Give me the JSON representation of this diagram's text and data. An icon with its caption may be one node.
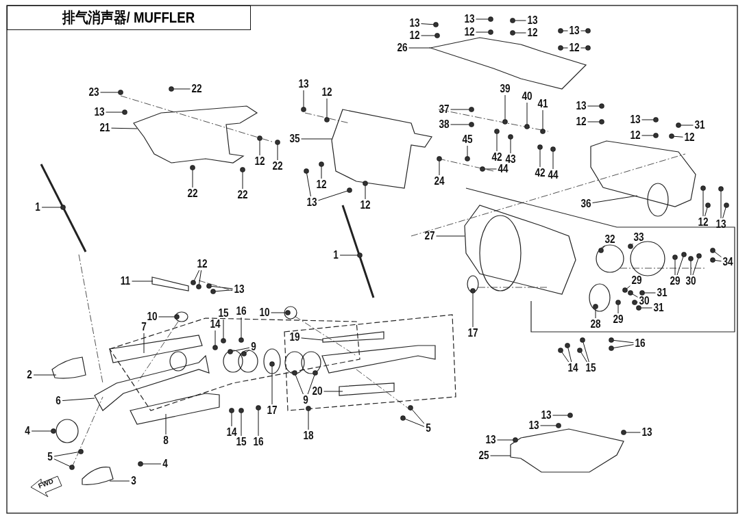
{
  "diagram": {
    "title": "排气消声器/ MUFFLER",
    "nodes": [
      {
        "text": [
          "23"
        ]
      },
      {
        "text": [
          "22"
        ]
      },
      {
        "text": [
          "13"
        ]
      },
      {
        "text": [
          "21"
        ]
      },
      {
        "text": [
          "12"
        ]
      },
      {
        "text": [
          "22"
        ]
      },
      {
        "text": [
          "22"
        ]
      },
      {
        "text": [
          "22"
        ]
      },
      {
        "text": [
          "1"
        ]
      },
      {
        "text": [
          "13"
        ]
      },
      {
        "text": [
          "12"
        ]
      },
      {
        "text": [
          "35"
        ]
      },
      {
        "text": [
          "13"
        ]
      },
      {
        "text": [
          "12"
        ]
      },
      {
        "text": [
          "12"
        ]
      },
      {
        "text": [
          "1"
        ]
      },
      {
        "text": [
          "13"
        ]
      },
      {
        "text": [
          "12"
        ]
      },
      {
        "text": [
          "26"
        ]
      },
      {
        "text": [
          "13"
        ]
      },
      {
        "text": [
          "12"
        ]
      },
      {
        "text": [
          "13"
        ]
      },
      {
        "text": [
          "12"
        ]
      },
      {
        "text": [
          "13"
        ]
      },
      {
        "text": [
          "12"
        ]
      },
      {
        "text": [
          "39"
        ]
      },
      {
        "text": [
          "40"
        ]
      },
      {
        "text": [
          "41"
        ]
      },
      {
        "text": [
          "37"
        ]
      },
      {
        "text": [
          "38"
        ]
      },
      {
        "text": [
          "45"
        ]
      },
      {
        "text": [
          "42"
        ]
      },
      {
        "text": [
          "43"
        ]
      },
      {
        "text": [
          "42"
        ]
      },
      {
        "text": [
          "44"
        ]
      },
      {
        "text": [
          "24"
        ]
      },
      {
        "text": [
          "44"
        ]
      },
      {
        "text": [
          "13"
        ]
      },
      {
        "text": [
          "12"
        ]
      },
      {
        "text": [
          "13"
        ]
      },
      {
        "text": [
          "12"
        ]
      },
      {
        "text": [
          "31"
        ]
      },
      {
        "text": [
          "12"
        ]
      },
      {
        "text": [
          "36"
        ]
      },
      {
        "text": [
          "12"
        ]
      },
      {
        "text": [
          "13"
        ]
      },
      {
        "text": [
          "27"
        ]
      },
      {
        "text": [
          "32"
        ]
      },
      {
        "text": [
          "33"
        ]
      },
      {
        "text": [
          "34"
        ]
      },
      {
        "text": [
          "29"
        ]
      },
      {
        "text": [
          "30"
        ]
      },
      {
        "text": [
          "29"
        ]
      },
      {
        "text": [
          "30"
        ]
      },
      {
        "text": [
          "31"
        ]
      },
      {
        "text": [
          "31"
        ]
      },
      {
        "text": [
          "29"
        ]
      },
      {
        "text": [
          "28"
        ]
      },
      {
        "text": [
          "17"
        ]
      },
      {
        "text": [
          "16"
        ]
      },
      {
        "text": [
          "14"
        ]
      },
      {
        "text": [
          "15"
        ]
      },
      {
        "text": [
          "13"
        ]
      },
      {
        "text": [
          "13"
        ]
      },
      {
        "text": [
          "13"
        ]
      },
      {
        "text": [
          "13"
        ]
      },
      {
        "text": [
          "25"
        ]
      },
      {
        "text": [
          "5"
        ]
      },
      {
        "text": [
          "12"
        ]
      },
      {
        "text": [
          "11"
        ]
      },
      {
        "text": [
          "13"
        ]
      },
      {
        "text": [
          "10"
        ]
      },
      {
        "text": [
          "7"
        ]
      },
      {
        "text": [
          "14"
        ]
      },
      {
        "text": [
          "15"
        ]
      },
      {
        "text": [
          "16"
        ]
      },
      {
        "text": [
          "9"
        ]
      },
      {
        "text": [
          "2"
        ]
      },
      {
        "text": [
          "6"
        ]
      },
      {
        "text": [
          "4"
        ]
      },
      {
        "text": [
          "8"
        ]
      },
      {
        "text": [
          "14"
        ]
      },
      {
        "text": [
          "15"
        ]
      },
      {
        "text": [
          "16"
        ]
      },
      {
        "text": [
          "17"
        ]
      },
      {
        "text": [
          "10"
        ]
      },
      {
        "text": [
          "19"
        ]
      },
      {
        "text": [
          "9"
        ]
      },
      {
        "text": [
          "20"
        ]
      },
      {
        "text": [
          "18"
        ]
      },
      {
        "text": [
          "5"
        ]
      },
      {
        "text": [
          "4"
        ]
      },
      {
        "text": [
          "3"
        ]
      },
      {
        "text": [],
        "shape": "circle"
      },
      {
        "text": [],
        "shape": "circle"
      },
      {
        "text": [],
        "shape": "circle"
      },
      {
        "text": [],
        "shape": "picture"
      },
      {
        "text": [],
        "shape": "circle"
      },
      {
        "text": [],
        "shape": "circle"
      },
      {
        "text": [],
        "shape": "circle"
      },
      {
        "text": [],
        "shape": "circle"
      },
      {
        "text": [],
        "shape": "circle"
      },
      {
        "text": [],
        "shape": "circle"
      },
      {
        "text": [],
        "shape": "circle"
      },
      {
        "text": [],
        "shape": "picture"
      },
      {
        "text": [],
        "shape": "circle"
      },
      {
        "text": [],
        "shape": "circle"
      },
      {
        "text": [],
        "shape": "circle"
      },
      {
        "text": [],
        "shape": "circle"
      },
      {
        "text": [],
        "shape": "circle"
      },
      {
        "text": [],
        "shape": "circle"
      },
      {
        "text": [],
        "shape": "circle"
      },
      {
        "text": [],
        "shape": "picture"
      },
      {
        "text": [],
        "shape": "circle"
      },
      {
        "text": [],
        "shape": "circle"
      },
      {
        "text": [],
        "shape": "circle"
      },
      {
        "text": [],
        "shape": "circle"
      },
      {
        "text": [],
        "shape": "circle"
      },
      {
        "text": [],
        "shape": "circle"
      },
      {
        "text": [],
        "shape": "circle"
      },
      {
        "text": [],
        "shape": "circle"
      },
      {
        "text": [],
        "shape": "circle"
      },
      {
        "text": [],
        "shape": "circle"
      },
      {
        "text": [],
        "shape": "circle"
      },
      {
        "text": [],
        "shape": "circle"
      },
      {
        "text": [],
        "shape": "circle"
      },
      {
        "text": [],
        "shape": "circle"
      },
      {
        "text": [],
        "shape": "circle"
      },
      {
        "text": [],
        "shape": "circle"
      },
      {
        "text": [],
        "shape": "circle"
      },
      {
        "text": [],
        "shape": "circle"
      },
      {
        "text": [],
        "shape": "circle"
      },
      {
        "text": [],
        "shape": "circle"
      },
      {
        "text": [],
        "shape": "circle"
      },
      {
        "text": [],
        "shape": "circle"
      },
      {
        "text": [],
        "shape": "circle"
      },
      {
        "text": [],
        "shape": "circle"
      },
      {
        "text": [],
        "shape": "circle"
      },
      {
        "text": [],
        "shape": "circle"
      },
      {
        "text": [],
        "shape": "picture"
      },
      {
        "text": [],
        "shape": "circle"
      },
      {
        "text": [],
        "shape": "circle"
      },
      {
        "text": [],
        "shape": "circle"
      },
      {
        "text": [],
        "shape": "circle"
      },
      {
        "text": [],
        "shape": "picture"
      },
      {
        "text": [],
        "shape": "circle"
      },
      {
        "text": [],
        "shape": "circle"
      },
      {
        "text": [],
        "shape": "circle"
      },
      {
        "text": [],
        "shape": "circle"
      },
      {
        "text": [],
        "shape": "circle"
      },
      {
        "text": [],
        "shape": "circle"
      },
      {
        "text": [],
        "shape": "circle"
      },
      {
        "text": [],
        "shape": "circle"
      },
      {
        "text": [],
        "shape": "circle"
      },
      {
        "text": [],
        "shape": "circle"
      },
      {
        "text": [],
        "shape": "circle"
      },
      {
        "text": [],
        "shape": "circle"
      },
      {
        "text": [],
        "shape": "circle"
      },
      {
        "text": [],
        "shape": "circle"
      },
      {
        "text": [],
        "shape": "circle"
      },
      {
        "text": [],
        "shape": "circle"
      },
      {
        "text": [],
        "shape": "circle"
      },
      {
        "text": [],
        "shape": "circle"
      },
      {
        "text": [],
        "shape": "circle"
      },
      {
        "text": [],
        "shape": "circle"
      },
      {
        "text": [],
        "shape": "circle"
      },
      {
        "text": [],
        "shape": "circle"
      },
      {
        "text": [],
        "shape": "circle"
      },
      {
        "text": [],
        "shape": "circle"
      },
      {
        "text": [],
        "shape": "circle"
      },
      {
        "text": [],
        "shape": "circle"
      },
      {
        "text": [],
        "shape": "picture"
      },
      {
        "text": [],
        "shape": "circle"
      },
      {
        "text": [],
        "shape": "circle"
      },
      {
        "text": [],
        "shape": "circle"
      },
      {
        "text": [],
        "shape": "circle"
      },
      {
        "text": [],
        "shape": "bar"
      },
      {
        "text": [],
        "shape": "circle"
      },
      {
        "text": [],
        "shape": "circle"
      },
      {
        "text": [],
        "shape": "circle"
      },
      {
        "text": [],
        "shape": "bar"
      },
      {
        "text": [],
        "shape": "circle"
      },
      {
        "text": [],
        "shape": "circle"
      },
      {
        "text": [],
        "shape": "circle"
      },
      {
        "text": [],
        "shape": "circle"
      },
      {
        "text": [],
        "shape": "circle"
      },
      {
        "text": [],
        "shape": "picture"
      },
      {
        "text": [],
        "shape": "picture"
      },
      {
        "text": [],
        "shape": "circle"
      },
      {
        "text": [],
        "shape": "picture"
      },
      {
        "text": [],
        "shape": "circle"
      },
      {
        "text": [],
        "shape": "circle"
      },
      {
        "text": [],
        "shape": "circle"
      },
      {
        "text": [],
        "shape": "circle"
      },
      {
        "text": [],
        "shape": "circle"
      },
      {
        "text": [],
        "shape": "bar"
      },
      {
        "text": [],
        "shape": "circle"
      },
      {
        "text": [],
        "shape": "circle"
      },
      {
        "text": [],
        "shape": "bar"
      },
      {
        "text": [],
        "shape": "circle"
      },
      {
        "text": [],
        "shape": "circle"
      },
      {
        "text": [],
        "shape": "circle"
      },
      {
        "text": [],
        "shape": "circle"
      },
      {
        "text": [],
        "shape": "picture"
      }
    ],
    "edges": [
      {
        "from": 0,
        "to": 93,
        "arrow": "none"
      },
      {
        "from": 1,
        "to": 94,
        "arrow": "none"
      },
      {
        "from": 2,
        "to": 95,
        "arrow": "none"
      },
      {
        "from": 3,
        "to": 96,
        "arrow": "none"
      },
      {
        "from": 4,
        "to": 97,
        "arrow": "none"
      },
      {
        "from": 5,
        "to": 98,
        "arrow": "none"
      },
      {
        "from": 6,
        "to": 99,
        "arrow": "none"
      },
      {
        "from": 7,
        "to": 100,
        "arrow": "none"
      },
      {
        "from": 8,
        "to": 101,
        "arrow": "none"
      },
      {
        "from": 9,
        "to": 102,
        "arrow": "none"
      },
      {
        "from": 10,
        "to": 103,
        "arrow": "none"
      },
      {
        "from": 11,
        "to": 104,
        "arrow": "none"
      },
      {
        "from": 12,
        "to": 105,
        "arrow": "none"
      },
      {
        "from": 12,
        "to": 106,
        "arrow": "none"
      },
      {
        "from": 13,
        "to": 107,
        "arrow": "none"
      },
      {
        "from": 14,
        "to": 108,
        "arrow": "none"
      },
      {
        "from": 15,
        "to": 109,
        "arrow": "none"
      },
      {
        "from": 16,
        "to": 110,
        "arrow": "none"
      },
      {
        "from": 17,
        "to": 111,
        "arrow": "none"
      },
      {
        "from": 18,
        "to": 112,
        "arrow": "none"
      },
      {
        "from": 19,
        "to": 113,
        "arrow": "none"
      },
      {
        "from": 20,
        "to": 114,
        "arrow": "none"
      },
      {
        "from": 21,
        "to": 115,
        "arrow": "none"
      },
      {
        "from": 22,
        "to": 116,
        "arrow": "none"
      },
      {
        "from": 23,
        "to": 117,
        "arrow": "none"
      },
      {
        "from": 23,
        "to": 118,
        "arrow": "none"
      },
      {
        "from": 24,
        "to": 119,
        "arrow": "none"
      },
      {
        "from": 24,
        "to": 120,
        "arrow": "none"
      },
      {
        "from": 25,
        "to": 121,
        "arrow": "none"
      },
      {
        "from": 26,
        "to": 122,
        "arrow": "none"
      },
      {
        "from": 27,
        "to": 123,
        "arrow": "none"
      },
      {
        "from": 28,
        "to": 124,
        "arrow": "none"
      },
      {
        "from": 29,
        "to": 125,
        "arrow": "none"
      },
      {
        "from": 30,
        "to": 126,
        "arrow": "none"
      },
      {
        "from": 31,
        "to": 127,
        "arrow": "none"
      },
      {
        "from": 32,
        "to": 128,
        "arrow": "none"
      },
      {
        "from": 33,
        "to": 129,
        "arrow": "none"
      },
      {
        "from": 34,
        "to": 130,
        "arrow": "none"
      },
      {
        "from": 35,
        "to": 131,
        "arrow": "none"
      },
      {
        "from": 36,
        "to": 132,
        "arrow": "none"
      },
      {
        "from": 37,
        "to": 133,
        "arrow": "none"
      },
      {
        "from": 38,
        "to": 134,
        "arrow": "none"
      },
      {
        "from": 39,
        "to": 135,
        "arrow": "none"
      },
      {
        "from": 40,
        "to": 136,
        "arrow": "none"
      },
      {
        "from": 41,
        "to": 137,
        "arrow": "none"
      },
      {
        "from": 42,
        "to": 138,
        "arrow": "none"
      },
      {
        "from": 43,
        "to": 139,
        "arrow": "none"
      },
      {
        "from": 44,
        "to": 140,
        "arrow": "none"
      },
      {
        "from": 44,
        "to": 141,
        "arrow": "none"
      },
      {
        "from": 45,
        "to": 142,
        "arrow": "none"
      },
      {
        "from": 45,
        "to": 143,
        "arrow": "none"
      },
      {
        "from": 46,
        "to": 144,
        "arrow": "none"
      },
      {
        "from": 47,
        "to": 145,
        "arrow": "none"
      },
      {
        "from": 48,
        "to": 146,
        "arrow": "none"
      },
      {
        "from": 49,
        "to": 147,
        "arrow": "none"
      },
      {
        "from": 49,
        "to": 148,
        "arrow": "none"
      },
      {
        "from": 50,
        "to": 149,
        "arrow": "none"
      },
      {
        "from": 50,
        "to": 150,
        "arrow": "none"
      },
      {
        "from": 51,
        "to": 151,
        "arrow": "none"
      },
      {
        "from": 51,
        "to": 152,
        "arrow": "none"
      },
      {
        "from": 52,
        "to": 153,
        "arrow": "none"
      },
      {
        "from": 53,
        "to": 154,
        "arrow": "none"
      },
      {
        "from": 53,
        "to": 155,
        "arrow": "none"
      },
      {
        "from": 54,
        "to": 156,
        "arrow": "none"
      },
      {
        "from": 55,
        "to": 157,
        "arrow": "none"
      },
      {
        "from": 56,
        "to": 158,
        "arrow": "none"
      },
      {
        "from": 57,
        "to": 159,
        "arrow": "none"
      },
      {
        "from": 58,
        "to": 160,
        "arrow": "none"
      },
      {
        "from": 59,
        "to": 161,
        "arrow": "none"
      },
      {
        "from": 59,
        "to": 162,
        "arrow": "none"
      },
      {
        "from": 60,
        "to": 163,
        "arrow": "none"
      },
      {
        "from": 60,
        "to": 164,
        "arrow": "none"
      },
      {
        "from": 61,
        "to": 165,
        "arrow": "none"
      },
      {
        "from": 61,
        "to": 166,
        "arrow": "none"
      },
      {
        "from": 62,
        "to": 167,
        "arrow": "none"
      },
      {
        "from": 63,
        "to": 168,
        "arrow": "none"
      },
      {
        "from": 64,
        "to": 169,
        "arrow": "none"
      },
      {
        "from": 65,
        "to": 170,
        "arrow": "none"
      },
      {
        "from": 66,
        "to": 171,
        "arrow": "none"
      },
      {
        "from": 67,
        "to": 172,
        "arrow": "none"
      },
      {
        "from": 67,
        "to": 173,
        "arrow": "none"
      },
      {
        "from": 68,
        "to": 174,
        "arrow": "none"
      },
      {
        "from": 68,
        "to": 175,
        "arrow": "none"
      },
      {
        "from": 69,
        "to": 176,
        "arrow": "none"
      },
      {
        "from": 70,
        "to": 177,
        "arrow": "none"
      },
      {
        "from": 70,
        "to": 178,
        "arrow": "none"
      },
      {
        "from": 71,
        "to": 179,
        "arrow": "none"
      },
      {
        "from": 72,
        "to": 180,
        "arrow": "none"
      },
      {
        "from": 73,
        "to": 181,
        "arrow": "none"
      },
      {
        "from": 74,
        "to": 182,
        "arrow": "none"
      },
      {
        "from": 75,
        "to": 183,
        "arrow": "none"
      },
      {
        "from": 76,
        "to": 184,
        "arrow": "none"
      },
      {
        "from": 76,
        "to": 185,
        "arrow": "none"
      },
      {
        "from": 77,
        "to": 186,
        "arrow": "none"
      },
      {
        "from": 78,
        "to": 187,
        "arrow": "none"
      },
      {
        "from": 79,
        "to": 188,
        "arrow": "none"
      },
      {
        "from": 80,
        "to": 189,
        "arrow": "none"
      },
      {
        "from": 81,
        "to": 190,
        "arrow": "none"
      },
      {
        "from": 82,
        "to": 191,
        "arrow": "none"
      },
      {
        "from": 83,
        "to": 192,
        "arrow": "none"
      },
      {
        "from": 84,
        "to": 193,
        "arrow": "none"
      },
      {
        "from": 85,
        "to": 194,
        "arrow": "none"
      },
      {
        "from": 86,
        "to": 195,
        "arrow": "none"
      },
      {
        "from": 87,
        "to": 196,
        "arrow": "none"
      },
      {
        "from": 87,
        "to": 197,
        "arrow": "none"
      },
      {
        "from": 88,
        "to": 198,
        "arrow": "none"
      },
      {
        "from": 89,
        "to": 199,
        "arrow": "none"
      },
      {
        "from": 90,
        "to": 200,
        "arrow": "none"
      },
      {
        "from": 90,
        "to": 201,
        "arrow": "none"
      },
      {
        "from": 91,
        "to": 202,
        "arrow": "none"
      },
      {
        "from": 92,
        "to": 203,
        "arrow": "none"
      }
    ],
    "labels": [
      "FWD"
    ]
  }
}
